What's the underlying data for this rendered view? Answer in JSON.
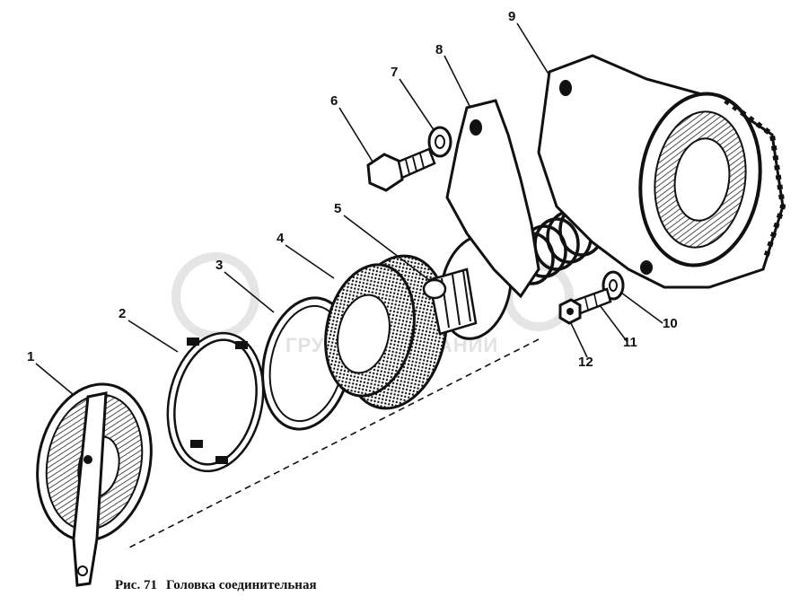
{
  "caption": {
    "prefix": "Рис. 71",
    "title": "Головка соединительная"
  },
  "watermark": {
    "text": "ГРУППА КОМПАНИИ"
  },
  "callouts": [
    {
      "n": "1"
    },
    {
      "n": "2"
    },
    {
      "n": "3"
    },
    {
      "n": "4"
    },
    {
      "n": "5"
    },
    {
      "n": "6"
    },
    {
      "n": "7"
    },
    {
      "n": "8"
    },
    {
      "n": "9"
    },
    {
      "n": "10"
    },
    {
      "n": "11"
    },
    {
      "n": "12"
    }
  ]
}
